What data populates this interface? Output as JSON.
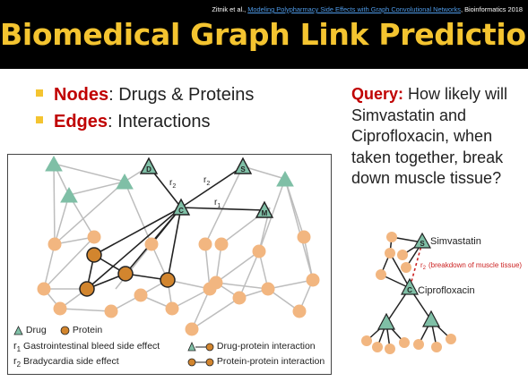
{
  "header": {
    "citation_authors": "Zitnik et al., ",
    "citation_link": "Modeling Polypharmacy Side Effects with Graph Convolutional Networks",
    "citation_venue": ", Bioinformatics 2018",
    "title": "Biomedical Graph Link Prediction",
    "title_color": "#f4c430"
  },
  "bullets": [
    {
      "keyword": "Nodes",
      "rest": ": Drugs & Proteins"
    },
    {
      "keyword": "Edges",
      "rest": ": Interactions"
    }
  ],
  "query": {
    "keyword": "Query:",
    "text": " How likely will Simvastatin and Ciprofloxacin, when taken together, break down muscle tissue?"
  },
  "graph": {
    "drug_labels": {
      "d": "D",
      "s": "S",
      "c": "C",
      "m": "M"
    },
    "edge_labels": {
      "r1": "r",
      "r1_sub": "1",
      "r2a": "r",
      "r2a_sub": "2",
      "r2b": "r",
      "r2b_sub": "2"
    },
    "colors": {
      "drug": "#7fbfa6",
      "protein": "#f2b680",
      "protein_highlight": "#d2852e",
      "edge_gray": "#bdbdbd",
      "edge_dark": "#222222"
    }
  },
  "legend": {
    "drug": "Drug",
    "protein": "Protein",
    "r1": "r",
    "r1_sub": "1",
    "r1_label": "Gastrointestinal bleed side effect",
    "r2": "r",
    "r2_sub": "2",
    "r2_label": "Bradycardia side effect",
    "drug_protein": "Drug-protein interaction",
    "protein_protein": "Protein-protein interaction"
  },
  "small_graph": {
    "s_label": "S",
    "c_label": "C",
    "simvastatin": "Simvastatin",
    "ciprofloxacin": "Ciprofloxacin",
    "r2": "r",
    "r2_sub": "2",
    "r2_note": "(breakdown of muscle tissue)",
    "query_color": "#cc2222"
  }
}
